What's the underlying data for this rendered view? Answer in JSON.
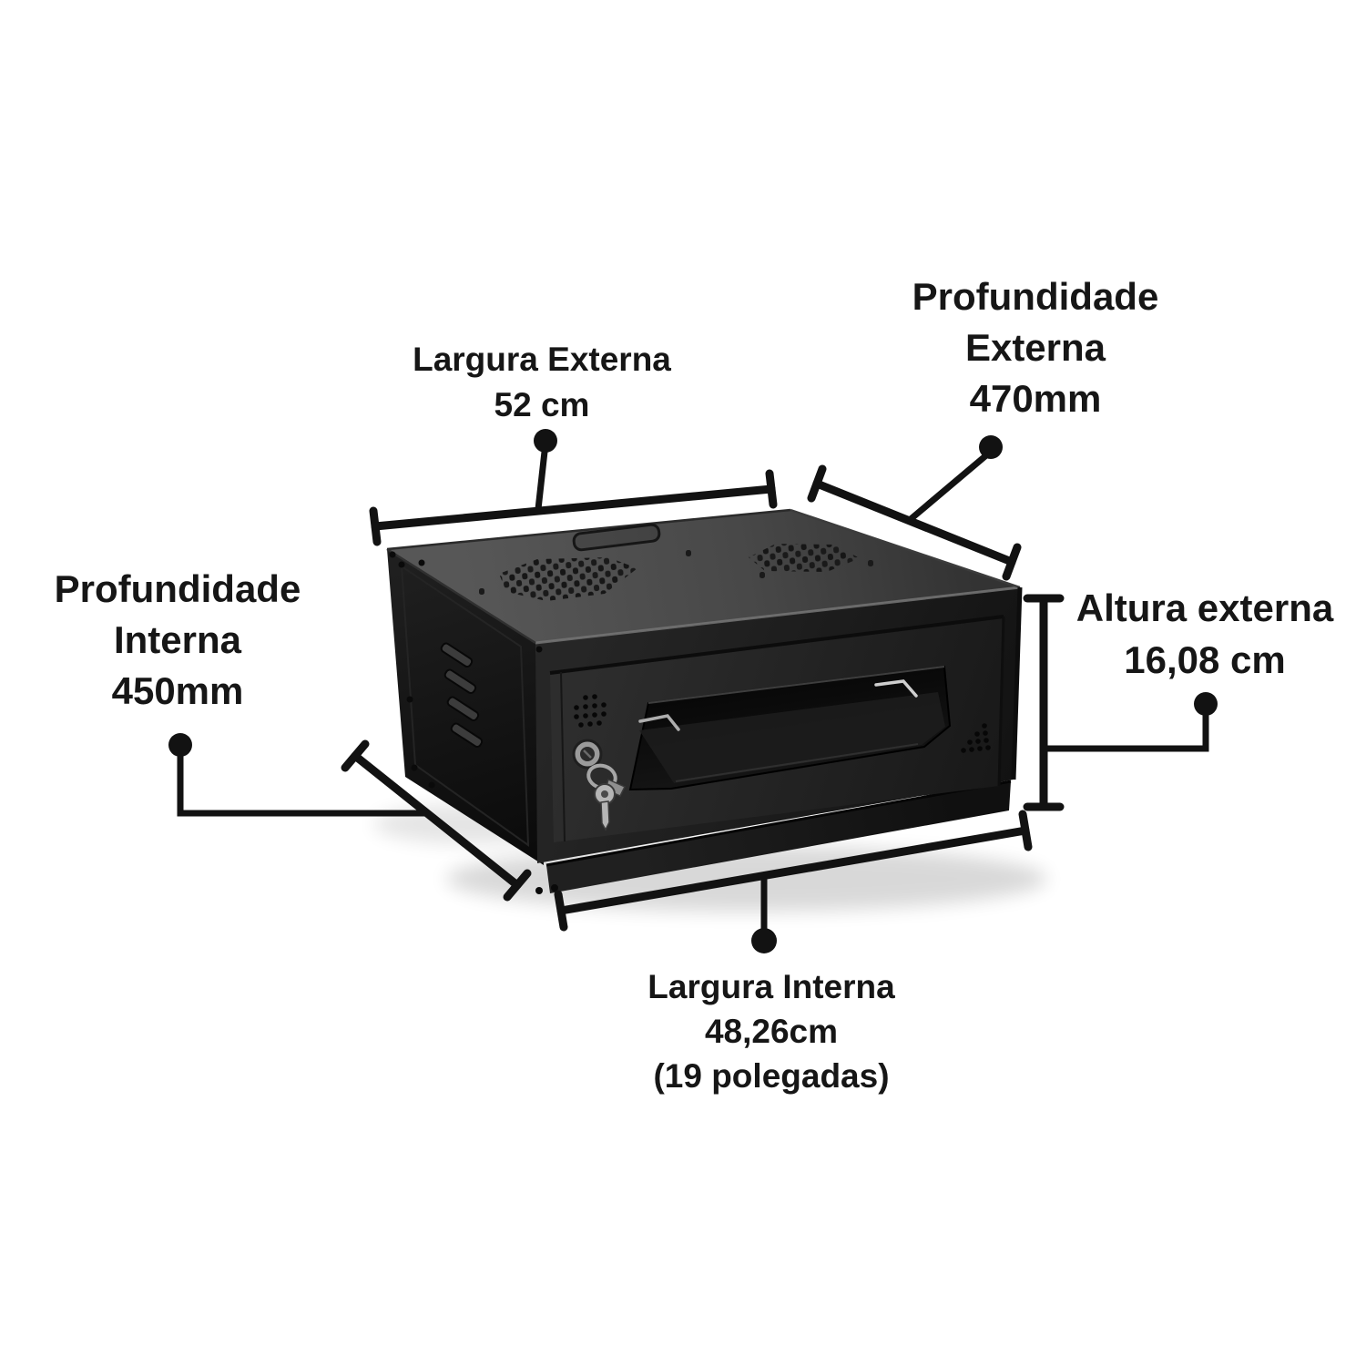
{
  "diagram": {
    "subject": "wall-mount rack cabinet dimensions",
    "labels": {
      "largura_externa": [
        "Largura Externa",
        "52 cm"
      ],
      "profundidade_externa": [
        "Profundidade",
        "Externa",
        "470mm"
      ],
      "profundidade_interna": [
        "Profundidade",
        "Interna",
        "450mm"
      ],
      "altura_externa": [
        "Altura externa",
        "16,08 cm"
      ],
      "largura_interna": [
        "Largura Interna",
        "48,26cm",
        "(19 polegadas)"
      ]
    },
    "measurement_values": {
      "largura_externa": "52 cm",
      "profundidade_externa": "470mm",
      "profundidade_interna": "450mm",
      "altura_externa": "16,08 cm",
      "largura_interna": "48,26cm (19 polegadas)"
    },
    "colors": {
      "background": "#ffffff",
      "annotation": "#121212",
      "label_text": "#161616",
      "cabinet_top": "#4d4d4d",
      "cabinet_front": "#1e1e1e",
      "cabinet_side": "#131313",
      "glass": "#0b0b0b",
      "hardware_silver": "#b0b0b0"
    }
  }
}
